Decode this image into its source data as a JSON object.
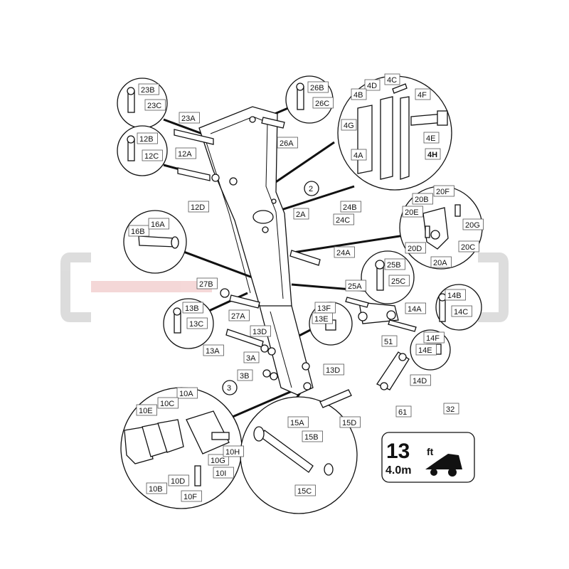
{
  "watermark_color": "#c62828",
  "highlight_color": "#f4d900",
  "highlight_label": "4H",
  "callouts": {
    "c23B": "23B",
    "c23C": "23C",
    "c23A": "23A",
    "c12B": "12B",
    "c12C": "12C",
    "c12A": "12A",
    "c12D": "12D",
    "c26B": "26B",
    "c26C": "26C",
    "c26A": "26A",
    "c4C": "4C",
    "c4D": "4D",
    "c4B": "4B",
    "c4F": "4F",
    "c4G": "4G",
    "c4E": "4E",
    "c4A": "4A",
    "c2": "2",
    "c2A": "2A",
    "c24B": "24B",
    "c24C": "24C",
    "c24A": "24A",
    "c20F": "20F",
    "c20B": "20B",
    "c20E": "20E",
    "c20G": "20G",
    "c20D": "20D",
    "c20C": "20C",
    "c20A": "20A",
    "c16B": "16B",
    "c16A": "16A",
    "c27B": "27B",
    "c27A": "27A",
    "c25B": "25B",
    "c25C": "25C",
    "c25A": "25A",
    "c14B": "14B",
    "c14C": "14C",
    "c14A": "14A",
    "c14F": "14F",
    "c14E": "14E",
    "c14D": "14D",
    "c13B": "13B",
    "c13C": "13C",
    "c13A": "13A",
    "c13D1": "13D",
    "c13F": "13F",
    "c13E": "13E",
    "c13D2": "13D",
    "c3A": "3A",
    "c3B": "3B",
    "c3": "3",
    "c51": "51",
    "c61": "61",
    "c32": "32",
    "c10A": "10A",
    "c10C": "10C",
    "c10E": "10E",
    "c10G": "10G",
    "c10H": "10H",
    "c10I": "10I",
    "c10D": "10D",
    "c10B": "10B",
    "c10F": "10F",
    "c15A": "15A",
    "c15B": "15B",
    "c15C": "15C",
    "c15D": "15D"
  },
  "decal": {
    "big_number": "13",
    "big_unit": "ft",
    "metric": "4.0m"
  }
}
